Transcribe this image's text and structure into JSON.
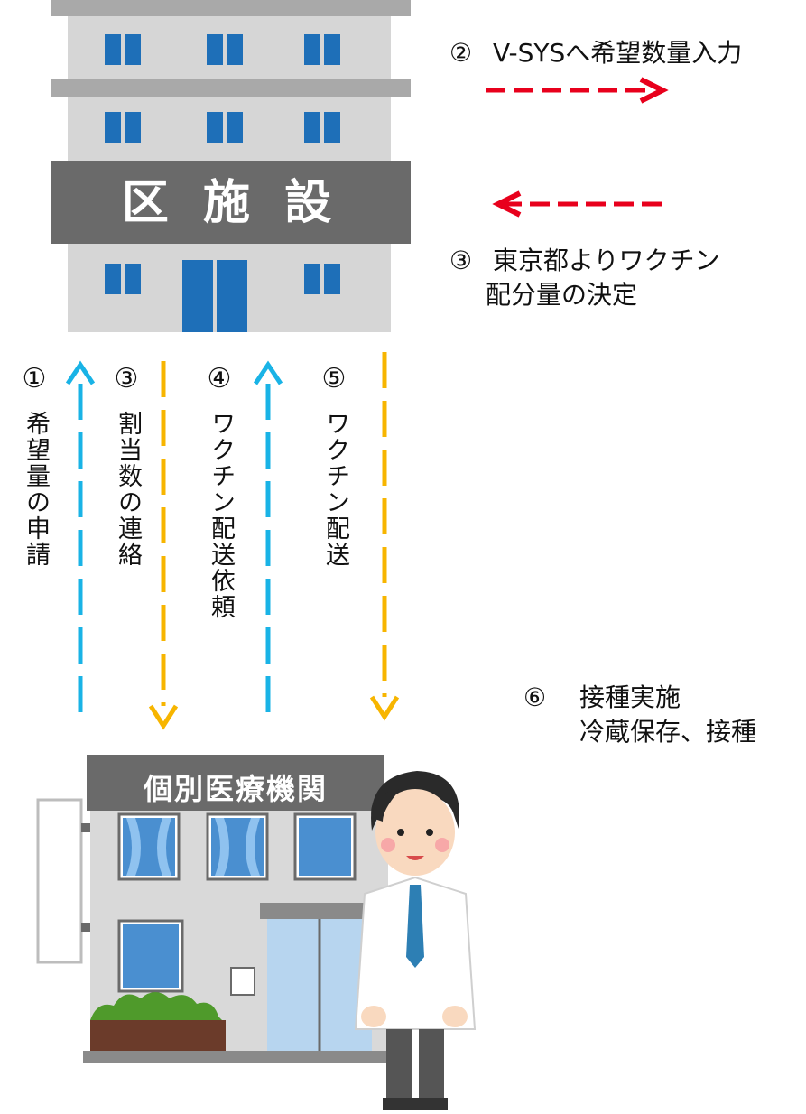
{
  "facilities": {
    "ward": {
      "sign": "区 施 設"
    },
    "clinic": {
      "sign": "個別医療機関"
    }
  },
  "steps": {
    "step2": {
      "number": "②",
      "text": "V-SYSへ希望数量入力"
    },
    "step3_top": {
      "number": "③",
      "line1": "東京都よりワクチン",
      "line2": "配分量の決定"
    },
    "step1": {
      "number": "①",
      "text": "希望量の申請"
    },
    "step3": {
      "number": "③",
      "text": "割当数の連絡"
    },
    "step4": {
      "number": "④",
      "text": "ワクチン配送依頼"
    },
    "step5": {
      "number": "⑤",
      "text": "ワクチン配送"
    },
    "step6": {
      "number": "⑥",
      "line1": "接種実施",
      "line2": "冷蔵保存、接種"
    }
  },
  "colors": {
    "up_arrow": "#19b3e6",
    "down_arrow": "#f7b500",
    "side_arrow": "#e8001c",
    "sign_bg": "#6a6a6a",
    "window": "#1e6fb8"
  }
}
